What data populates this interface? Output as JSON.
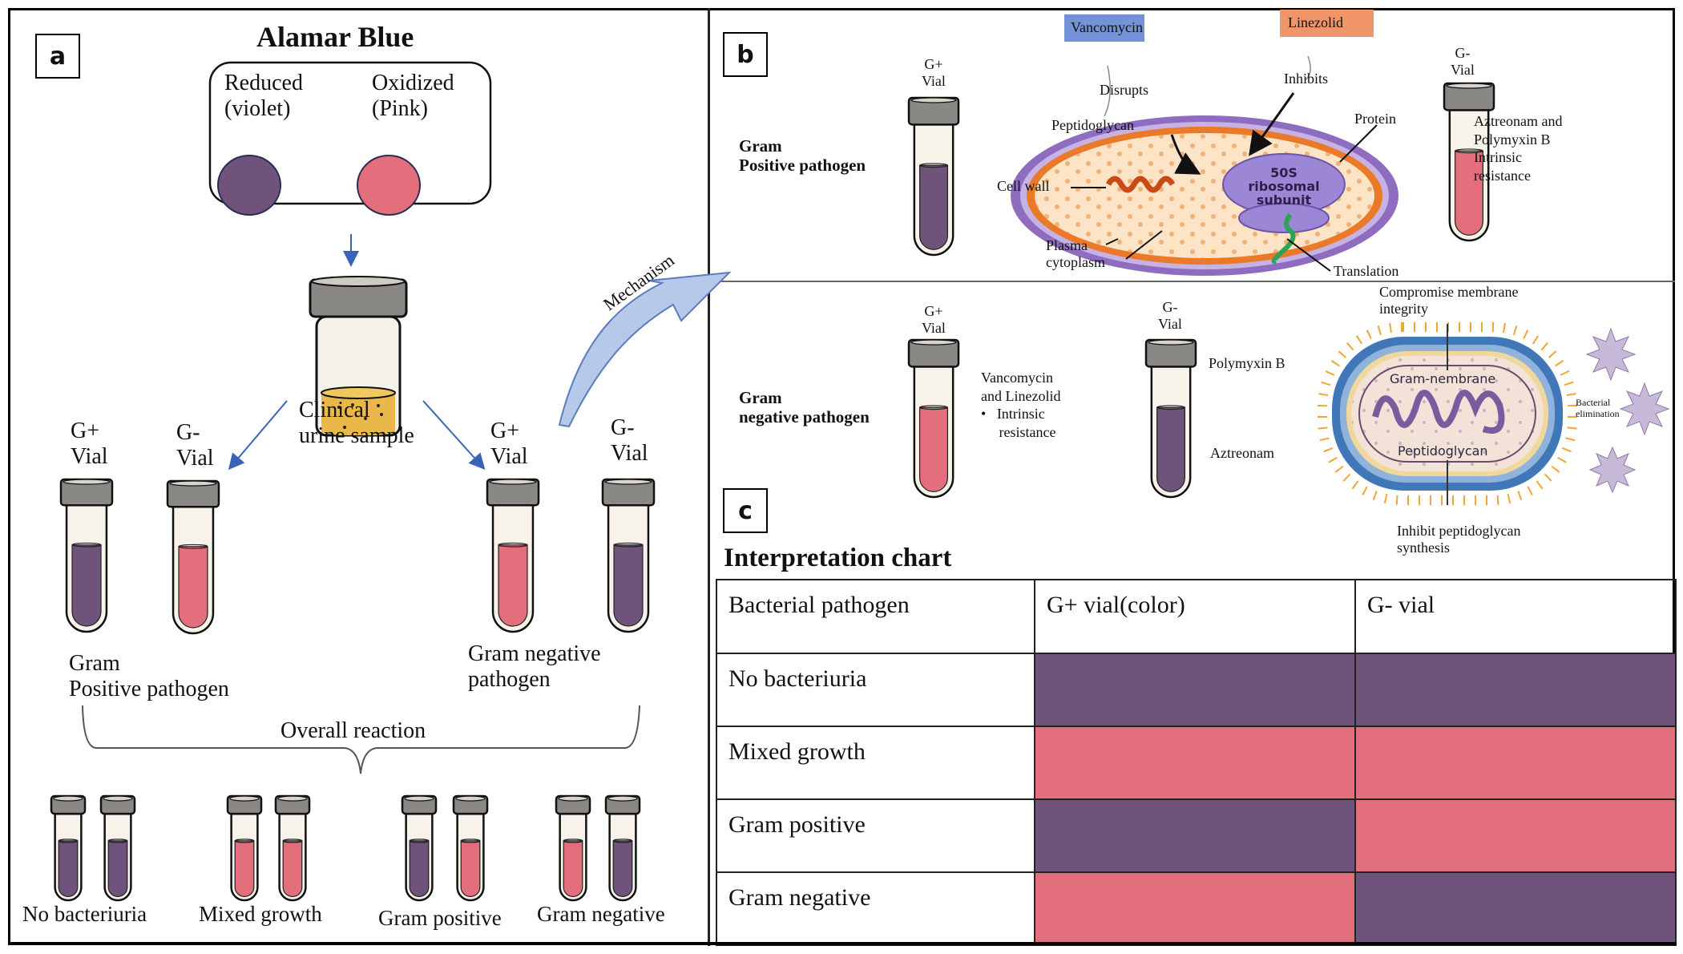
{
  "colors": {
    "reduced_violet": "#6f537a",
    "oxidized_pink": "#e36f7c",
    "urine_yellow": "#eab84a",
    "cap_gray": "#8a8884",
    "vancomycin_box": "#7393d6",
    "linezolid_box": "#f0956a",
    "arrow_blue": "#b7c9e8"
  },
  "panel_a": {
    "label": "a",
    "title": "Alamar Blue",
    "reduced_label": [
      "Reduced",
      "(violet)"
    ],
    "oxidized_label": [
      "Oxidized",
      "(Pink)"
    ],
    "sample_label": [
      "Clinical",
      "urine sample"
    ],
    "left_pair": {
      "gpos_label": [
        "G+",
        "Vial"
      ],
      "gneg_label": [
        "G-",
        "Vial"
      ],
      "caption": [
        "Gram",
        "Positive pathogen"
      ]
    },
    "right_pair": {
      "gpos_label": [
        "G+",
        "Vial"
      ],
      "gneg_label": [
        "G-",
        "Vial"
      ],
      "caption": [
        "Gram negative",
        "pathogen"
      ]
    },
    "overall_label": "Overall reaction",
    "mechanism_label": "Mechanism",
    "outcomes": [
      {
        "label": "No bacteriuria",
        "gpos": "violet",
        "gneg": "violet"
      },
      {
        "label": "Mixed growth",
        "gpos": "pink",
        "gneg": "pink"
      },
      {
        "label": "Gram positive",
        "gpos": "violet",
        "gneg": "pink"
      },
      {
        "label": "Gram negative",
        "gpos": "pink",
        "gneg": "violet"
      }
    ]
  },
  "panel_b": {
    "label": "b",
    "positive": {
      "title": [
        "Gram",
        "Positive pathogen"
      ],
      "gpos_vial_label": [
        "G+",
        "Vial"
      ],
      "gneg_vial_label": [
        "G-",
        "Vial"
      ],
      "vancomycin": "Vancomycin",
      "linezolid": "Linezolid",
      "disrupts": "Disrupts",
      "inhibits": "Inhibits",
      "peptidoglycan": "Peptidoglycan",
      "protein": "Protein",
      "cell_wall": "Cell wall",
      "plasma": [
        "Plasma",
        "cytoplasm"
      ],
      "translation": "Translation",
      "ribosome": [
        "50S",
        "ribosomal",
        "subunit"
      ],
      "gneg_note": [
        "Aztreonam and",
        "Polymyxin B",
        "Intrinsic",
        "resistance"
      ]
    },
    "negative": {
      "title": [
        "Gram",
        "negative pathogen"
      ],
      "gpos_vial_label": [
        "G+",
        "Vial"
      ],
      "gneg_vial_label": [
        "G-",
        "Vial"
      ],
      "gpos_note": [
        "Vancomycin",
        "and Linezolid"
      ],
      "gpos_bullet": [
        "Intrinsic",
        "resistance"
      ],
      "polymyxin": "Polymyxin B",
      "aztreonam": "Aztreonam",
      "compromise": [
        "Compromise membrane",
        "integrity"
      ],
      "gram_membrane": "Gram-nembrane",
      "peptidoglycan": "Peptidoglycan",
      "inhibit_synthesis": [
        "Inhibit peptidoglycan",
        "synthesis"
      ],
      "elimination": [
        "Bacterial",
        "elimination"
      ]
    }
  },
  "panel_c": {
    "label": "c",
    "title": "Interpretation chart",
    "headers": [
      "Bacterial pathogen",
      "G+ vial(color)",
      "G- vial"
    ],
    "rows": [
      {
        "pathogen": "No bacteriuria",
        "gpos": "violet",
        "gneg": "violet"
      },
      {
        "pathogen": "Mixed growth",
        "gpos": "pink",
        "gneg": "pink"
      },
      {
        "pathogen": "Gram positive",
        "gpos": "violet",
        "gneg": "pink"
      },
      {
        "pathogen": "Gram negative",
        "gpos": "pink",
        "gneg": "violet"
      }
    ]
  }
}
